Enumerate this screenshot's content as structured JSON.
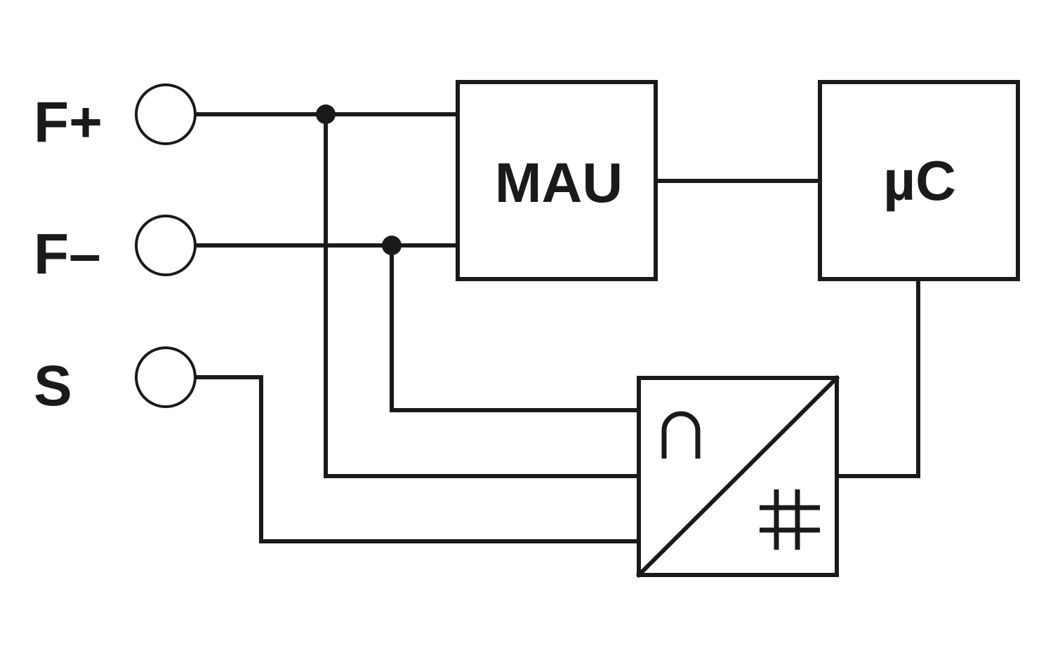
{
  "terminals": [
    {
      "id": "fplus",
      "label": "F+"
    },
    {
      "id": "fminus",
      "label": "F–"
    },
    {
      "id": "s",
      "label": "S"
    }
  ],
  "blocks": {
    "mau": {
      "label": "MAU"
    },
    "uc": {
      "label": "µC"
    },
    "converter": {
      "analog_symbol": "analog-sine-symbol",
      "digital_symbol": "digital-hash-symbol"
    }
  },
  "colors": {
    "line": "#1a1a1a",
    "background": "#ffffff"
  }
}
